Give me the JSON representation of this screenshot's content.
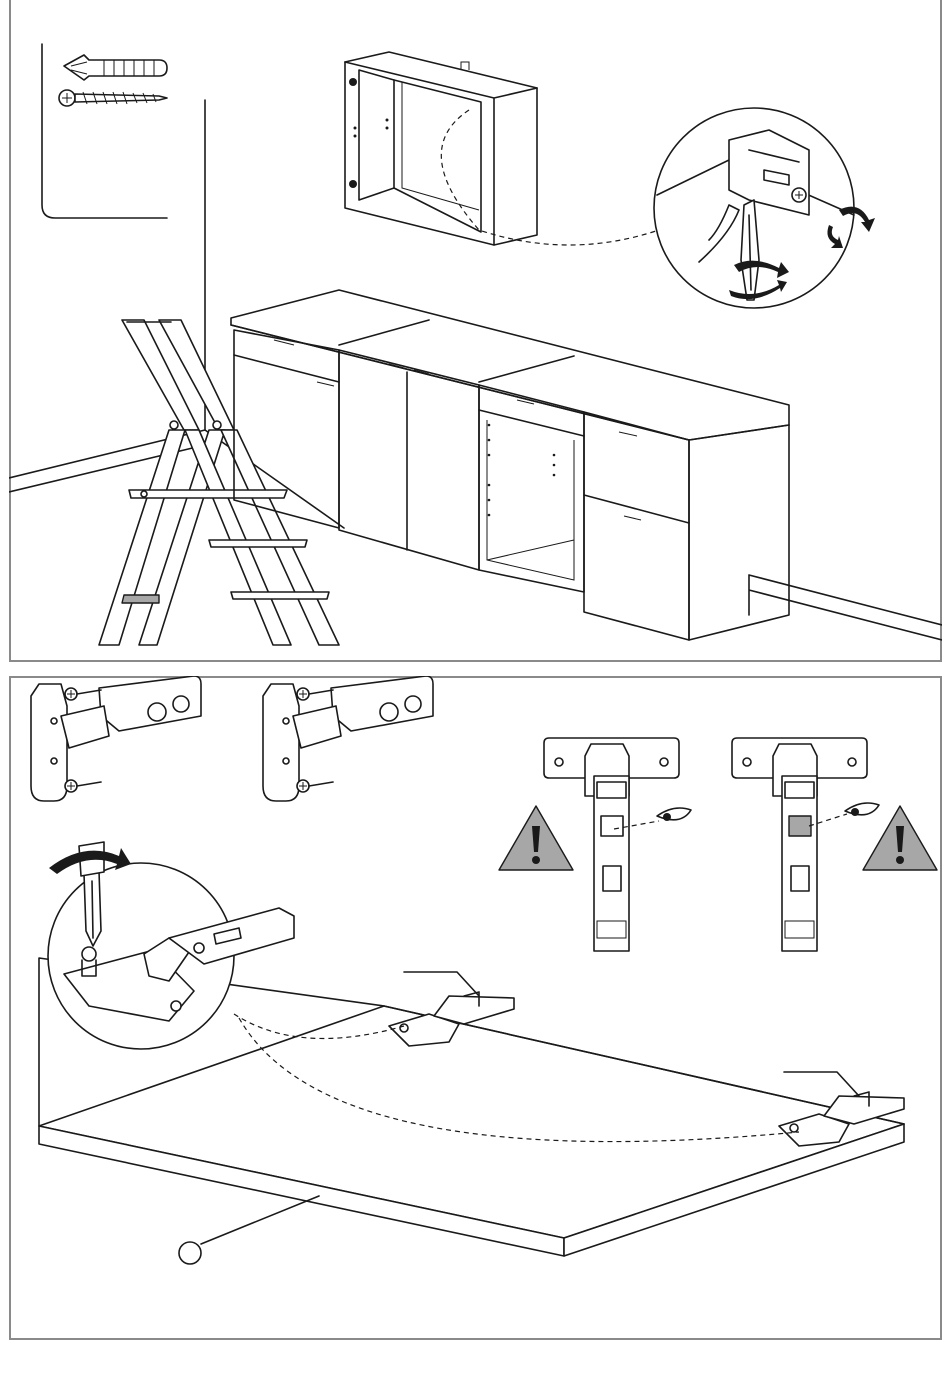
{
  "document": {
    "type": "assembly-instruction-page",
    "panels": [
      {
        "id": "wall-cabinet-mounting",
        "shows": [
          "wall-plug-icon",
          "wood-screw-icon",
          "wall-cabinet",
          "screwdriver-icon",
          "step-ladder",
          "base-cabinet-row"
        ]
      },
      {
        "id": "door-hinge-mounting",
        "shows": [
          "cabinet-hinge",
          "warning-triangle-icon",
          "eye-icon",
          "screwdriver-icon",
          "cabinet-door",
          "part-callout-circle"
        ]
      }
    ]
  },
  "callouts": {
    "door_part_label": ""
  },
  "colors": {
    "line": "#1a1a1a",
    "frame": "#8a8a8a",
    "warning_fill": "#a7a7a7",
    "background": "#ffffff"
  }
}
